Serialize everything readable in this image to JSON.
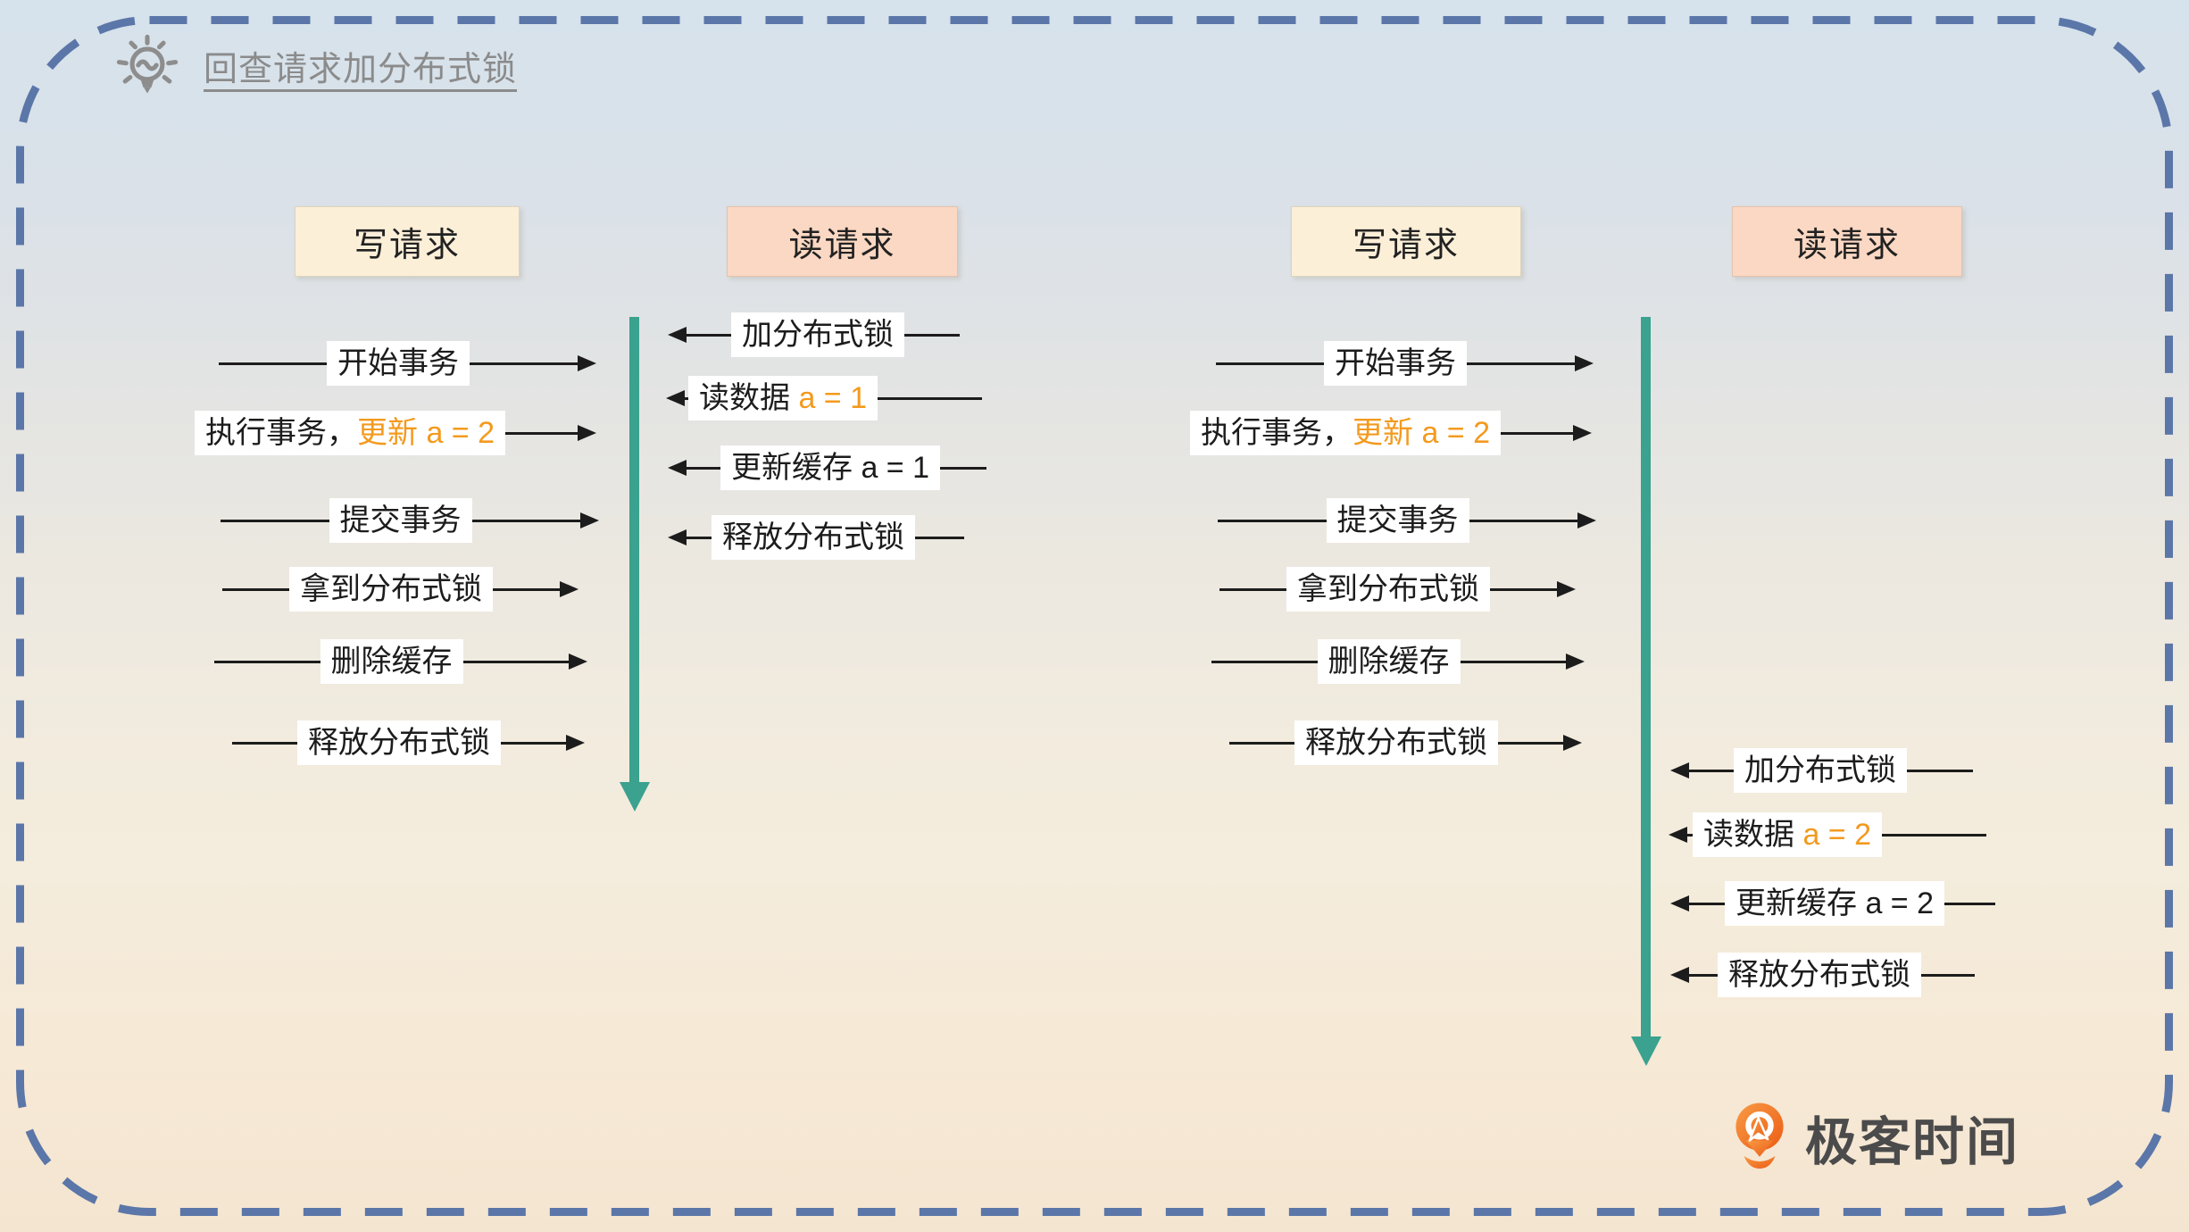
{
  "title": {
    "text": "回查请求加分布式锁",
    "icon": "lightbulb-icon"
  },
  "headers": {
    "write": "写请求",
    "read": "读请求"
  },
  "left": {
    "write": {
      "begin_tx": "开始事务",
      "exec_prefix": "执行事务，",
      "exec_highlight": "更新 a = 2",
      "commit_tx": "提交事务",
      "acquire_lock": "拿到分布式锁",
      "delete_cache": "删除缓存",
      "release_lock": "释放分布式锁"
    },
    "read": {
      "add_lock": "加分布式锁",
      "read_prefix": "读数据 ",
      "read_highlight": "a = 1",
      "update_cache": "更新缓存 a = 1",
      "release_lock": "释放分布式锁"
    }
  },
  "right": {
    "write": {
      "begin_tx": "开始事务",
      "exec_prefix": "执行事务，",
      "exec_highlight": "更新 a = 2",
      "commit_tx": "提交事务",
      "acquire_lock": "拿到分布式锁",
      "delete_cache": "删除缓存",
      "release_lock": "释放分布式锁"
    },
    "read": {
      "add_lock": "加分布式锁",
      "read_prefix": "读数据 ",
      "read_highlight": "a = 2",
      "update_cache": "更新缓存 a = 2",
      "release_lock": "释放分布式锁"
    }
  },
  "logo": {
    "text": "极客时间",
    "icon": "geektime-pin-icon"
  },
  "colors": {
    "background_top": "#d6e2ec",
    "background_bottom": "#f4e5d0",
    "dashed_border": "#5b76a8",
    "write_header_bg": "#fcefd8",
    "read_header_bg": "#fbd8c3",
    "label_bg": "#ffffff",
    "text": "#1c1c1c",
    "highlight_orange": "#f39a1e",
    "timeline_teal": "#3aa28e",
    "title_gray": "#8b8b8b",
    "logo_orange": "#f1741e",
    "logo_text_gray": "#4b4b4b"
  }
}
